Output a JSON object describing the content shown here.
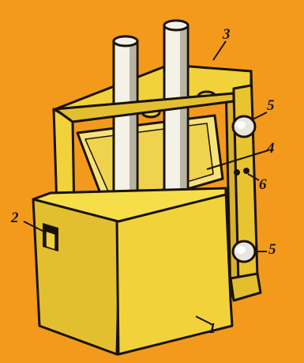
{
  "figure": {
    "callouts": {
      "base": "1",
      "slot": "2",
      "top_plate": "3",
      "glass": "4",
      "knob_upper": "5",
      "knob_lower": "5",
      "jacks": "6"
    }
  },
  "colors": {
    "background": "#f39a1c",
    "body": "#f2d23a",
    "body_shadow": "#d9b22c",
    "outline": "#1a1208",
    "tube": "#f4f1e6",
    "tube_shadow": "#b9b3a4",
    "knob": "#e9e6de"
  }
}
